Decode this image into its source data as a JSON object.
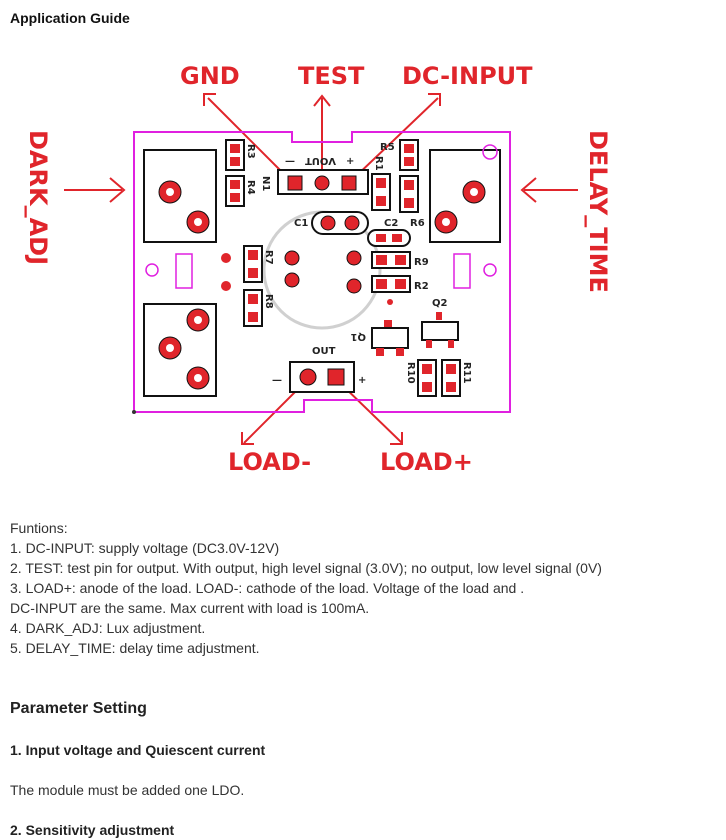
{
  "header": {
    "title": "Application Guide"
  },
  "diagram": {
    "labels": {
      "gnd": "GND",
      "test": "TEST",
      "dc_input": "DC-INPUT",
      "dark_adj": "DARK_ADJ",
      "delay_time": "DELAY_TIME",
      "load_minus": "LOAD-",
      "load_plus": "LOAD+"
    },
    "pcb": {
      "vout": "VOUT",
      "minus": "—",
      "plus": "+",
      "r3": "R3",
      "r4": "R4",
      "r5": "R5",
      "r1": "R1",
      "r6": "R6",
      "c1": "C1",
      "c2": "C2",
      "r7": "R7",
      "r8": "R8",
      "r9": "R9",
      "r2": "R2",
      "q2": "Q2",
      "q1": "Q1",
      "out": "OUT",
      "r10": "R10",
      "r11": "R11",
      "n1": "N1"
    },
    "colors": {
      "label": "#e0252b",
      "board": "#e020e0",
      "pad": "#e0252b"
    }
  },
  "functions": {
    "heading": "Funtions:",
    "lines": [
      "1. DC-INPUT: supply voltage (DC3.0V-12V)",
      "2. TEST: test pin for output. With output, high level signal (3.0V); no output, low level signal (0V)",
      "3. LOAD+: anode of the load. LOAD-: cathode of the load. Voltage of the load and .",
      "DC-INPUT are the same. Max current with load is 100mA.",
      "4. DARK_ADJ: Lux adjustment.",
      "5. DELAY_TIME: delay time adjustment."
    ]
  },
  "parameters": {
    "heading": "Parameter Setting",
    "section1_title": "1. Input voltage and Quiescent current",
    "section1_body": "The module must be added one LDO.",
    "section2_title": "2. Sensitivity adjustment"
  }
}
